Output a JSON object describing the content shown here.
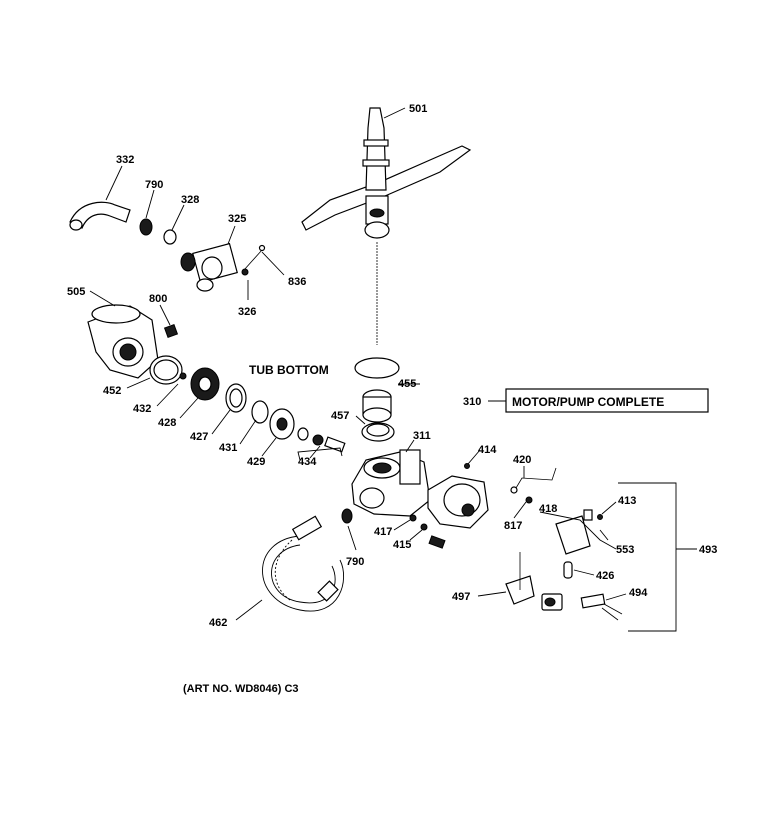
{
  "labels": {
    "p501": "501",
    "p332": "332",
    "p790a": "790",
    "p328": "328",
    "p325": "325",
    "p836": "836",
    "p326": "326",
    "p505": "505",
    "p800": "800",
    "tub_bottom": "TUB BOTTOM",
    "p455": "455",
    "p457": "457",
    "p452": "452",
    "p432": "432",
    "p428": "428",
    "p427": "427",
    "p431": "431",
    "p429": "429",
    "p434": "434",
    "p311": "311",
    "p310": "310",
    "motor_pump": "MOTOR/PUMP COMPLETE",
    "p414": "414",
    "p420": "420",
    "p418": "418",
    "p413": "413",
    "p817": "817",
    "p417": "417",
    "p415": "415",
    "p790b": "790",
    "p553": "553",
    "p493": "493",
    "p426": "426",
    "p497": "497",
    "p494": "494",
    "p462": "462",
    "art_no": "(ART NO. WD8046) C3"
  }
}
